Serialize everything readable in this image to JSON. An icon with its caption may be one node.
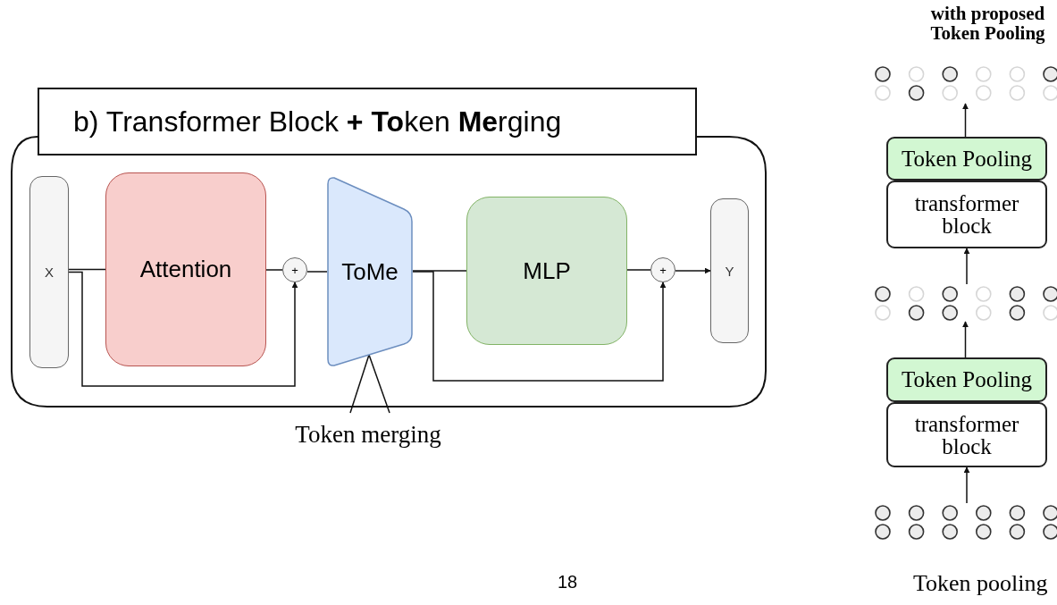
{
  "diagram": {
    "nodes": [
      {
        "text": [
          "b)  Transformer Block **+ To**ken **Me**rging"
        ]
      },
      {
        "text": [
          "X"
        ],
        "in": 0
      },
      {
        "text": [
          "Attention"
        ],
        "in": 0
      },
      {
        "text": [
          "+"
        ],
        "in": 0
      },
      {
        "text": [
          "ToMe"
        ],
        "in": 0
      },
      {
        "text": [
          "MLP"
        ],
        "in": 0
      },
      {
        "text": [
          "+"
        ],
        "in": 0
      },
      {
        "text": [
          "Y"
        ],
        "in": 0
      },
      {
        "text": [
          "Token merging"
        ]
      },
      {
        "text": [],
        "shape": "circle"
      },
      {
        "text": [
          "Token Pooling"
        ]
      },
      {
        "text": [
          "transformer block"
        ]
      },
      {
        "text": [],
        "shape": "circle"
      },
      {
        "text": [
          "Token Pooling"
        ]
      },
      {
        "text": [
          "transformer block"
        ]
      },
      {
        "text": [],
        "shape": "circle"
      }
    ],
    "edges": [
      {
        "from": 1,
        "to": 2,
        "arrow": "none"
      },
      {
        "from": 1,
        "to": 3,
        "arrow": "to"
      },
      {
        "from": 2,
        "to": 3,
        "arrow": "none"
      },
      {
        "from": 3,
        "to": 4,
        "arrow": "none"
      },
      {
        "from": 4,
        "to": 5,
        "arrow": "none"
      },
      {
        "from": 4,
        "to": 6,
        "arrow": "to"
      },
      {
        "from": 5,
        "to": 6,
        "arrow": "none"
      },
      {
        "from": 6,
        "to": 7,
        "arrow": "to"
      },
      {
        "from": 8,
        "to": 4,
        "arrow": "none"
      },
      {
        "from": 15,
        "to": 14,
        "arrow": "to"
      },
      {
        "from": 13,
        "to": 12,
        "arrow": "to"
      },
      {
        "from": 12,
        "to": 11,
        "arrow": "to"
      },
      {
        "from": 10,
        "to": 9,
        "arrow": "to"
      }
    ],
    "labels": [
      "with proposed Token Pooling",
      "18",
      "Token pooling"
    ]
  }
}
